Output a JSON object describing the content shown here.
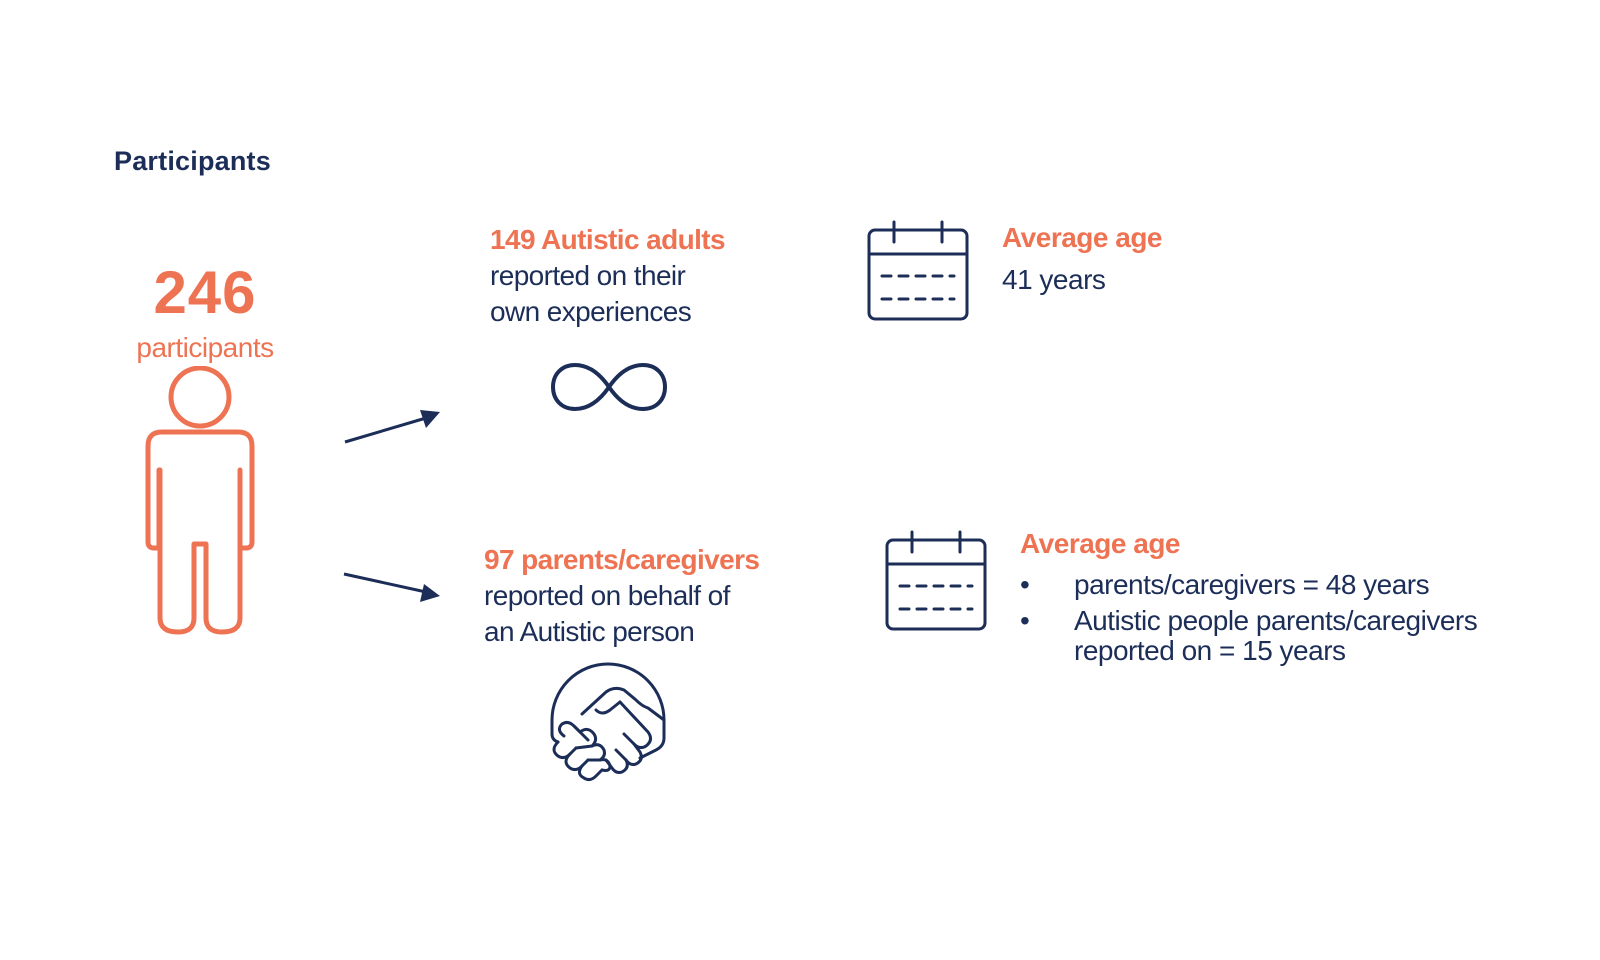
{
  "heading": "Participants",
  "total": {
    "number": "246",
    "label": "participants"
  },
  "groups": [
    {
      "lead": "149 Autistic adults",
      "line1": "reported on their",
      "line2": "own experiences",
      "icon": "infinity-icon",
      "age": {
        "title": "Average age",
        "value": "41 years"
      }
    },
    {
      "lead": "97 parents/caregivers",
      "line1": "reported on behalf of",
      "line2": "an Autistic person",
      "icon": "handshake-icon",
      "age": {
        "title": "Average age",
        "items": [
          "parents/caregivers = 48 years",
          "Autistic people parents/caregivers reported on = 15 years"
        ],
        "bullet": "•"
      }
    }
  ],
  "colors": {
    "navy": "#1c2e58",
    "orange": "#ee7353"
  }
}
